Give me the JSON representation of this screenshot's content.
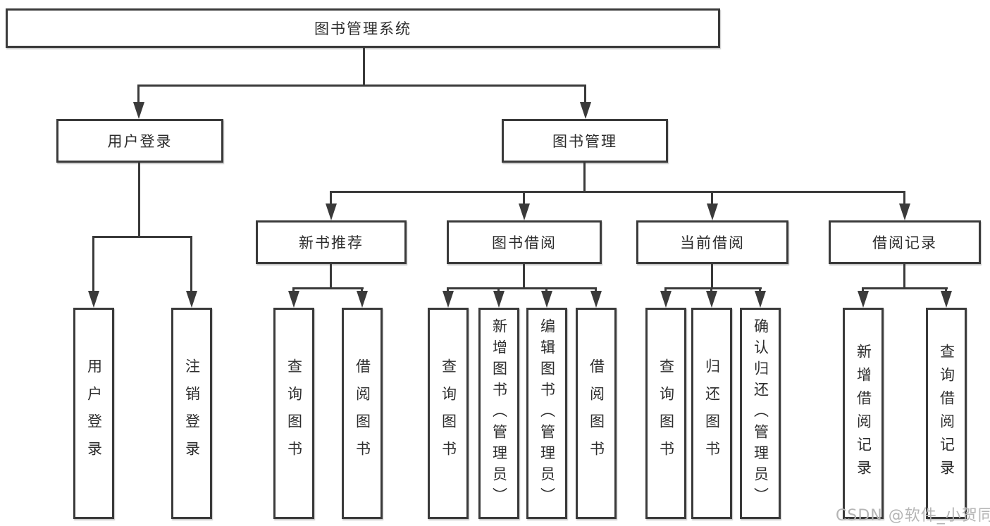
{
  "diagram_type": "hierarchy-tree",
  "colors": {
    "background": "#ffffff",
    "line": "#3a3a3a",
    "box_border": "#3a3a3a",
    "box_fill": "#ffffff",
    "text": "#2d2d2d",
    "watermark": "#b5b5b5"
  },
  "tree": {
    "root": "图书管理系统",
    "children": [
      {
        "label": "用户登录",
        "children": [
          "用户登录",
          "注销登录"
        ]
      },
      {
        "label": "图书管理",
        "children": [
          {
            "label": "新书推荐",
            "children": [
              "查询图书",
              "借阅图书"
            ]
          },
          {
            "label": "图书借阅",
            "children": [
              "查询图书",
              "新增图书（管理员）",
              "编辑图书（管理员）",
              "借阅图书"
            ]
          },
          {
            "label": "当前借阅",
            "children": [
              "查询图书",
              "归还图书",
              "确认归还（管理员）"
            ]
          },
          {
            "label": "借阅记录",
            "children": [
              "新增借阅记录",
              "查询借阅记录"
            ]
          }
        ]
      }
    ]
  },
  "watermark": {
    "text": "CSDN @软件_小贺同学"
  }
}
